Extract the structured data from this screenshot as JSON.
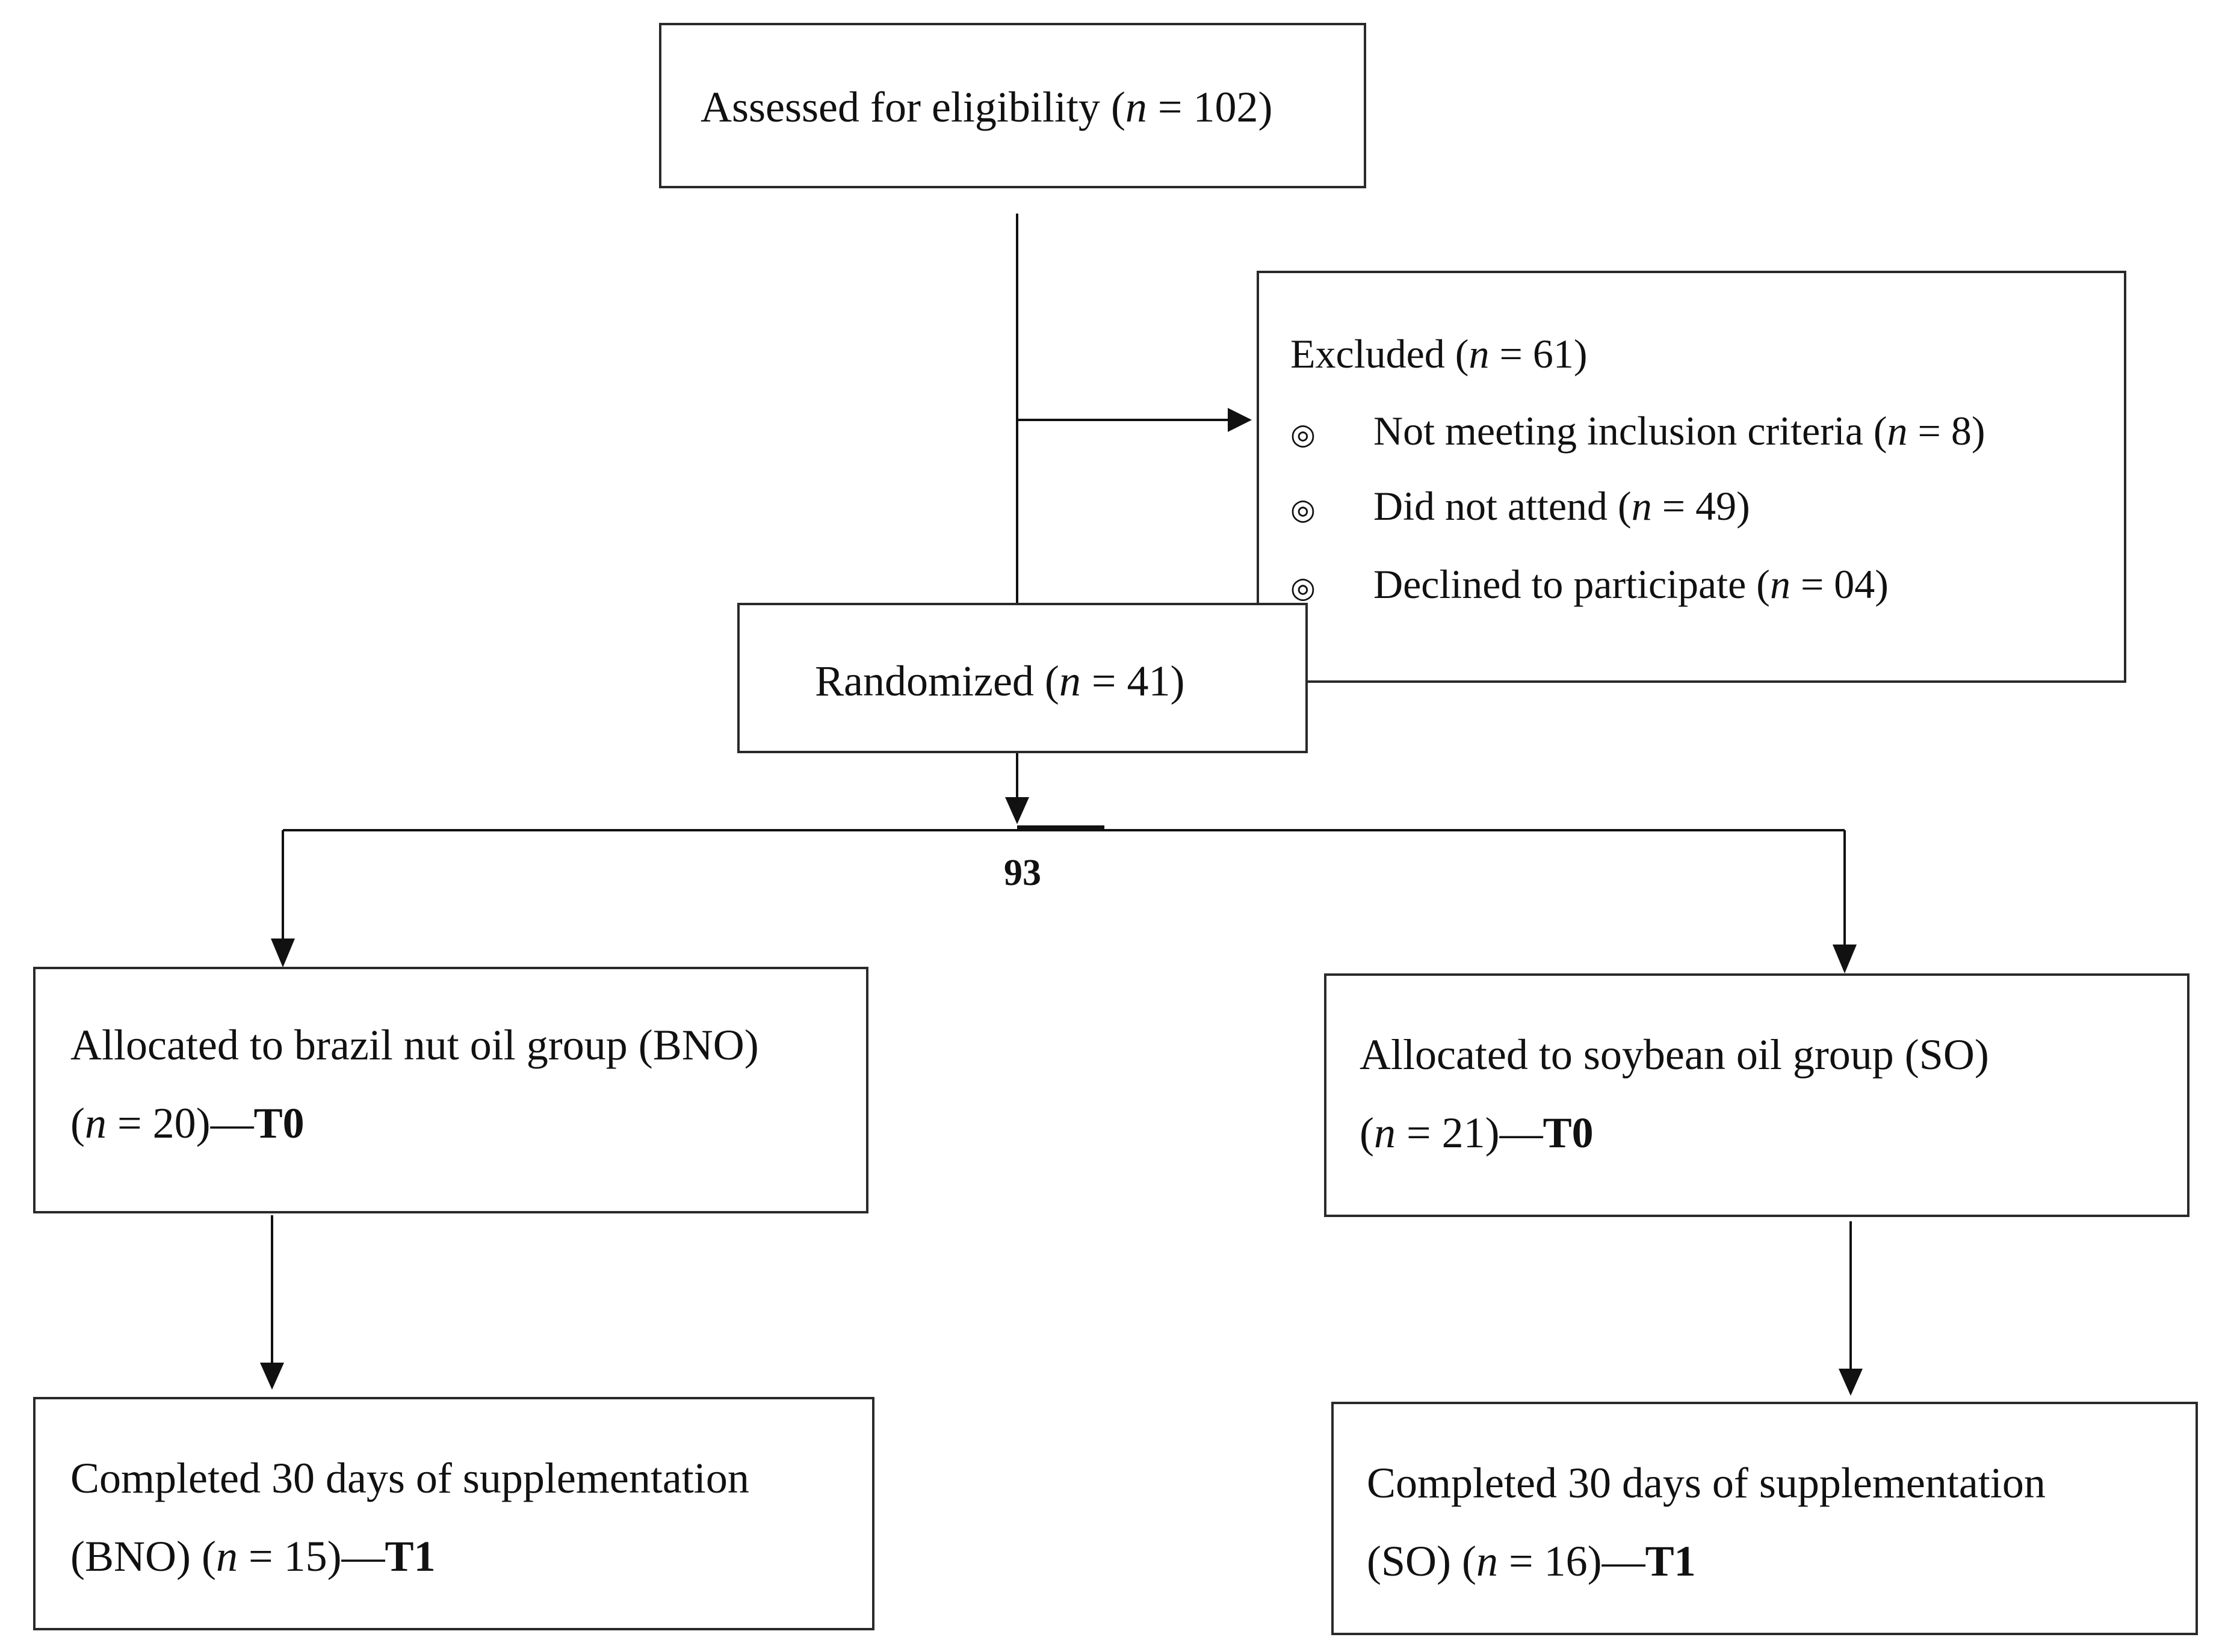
{
  "assessed": {
    "label": "Assessed for eligibility",
    "n": "102"
  },
  "excluded": {
    "label": "Excluded",
    "n": "61",
    "reasons": [
      {
        "label": "Not meeting inclusion criteria",
        "n": "8"
      },
      {
        "label": "Did not attend",
        "n": "49"
      },
      {
        "label": "Declined to participate",
        "n": "04"
      }
    ]
  },
  "randomized": {
    "label": "Randomized",
    "n": "41"
  },
  "split_label": "93",
  "allocated_bno": {
    "label": "Allocated to brazil nut oil group (BNO)",
    "n": "20",
    "timepoint": "T0"
  },
  "allocated_so": {
    "label": "Allocated to soybean oil group (SO)",
    "n": "21",
    "timepoint": "T0"
  },
  "completed_bno": {
    "label": "Completed 30 days of supplementation",
    "group": "(BNO)",
    "n": "15",
    "timepoint": "T1"
  },
  "completed_so": {
    "label": "Completed 30 days of supplementation",
    "group": "(SO)",
    "n": "16",
    "timepoint": "T1"
  },
  "n_symbol": "n",
  "bullet_glyph": "◎"
}
